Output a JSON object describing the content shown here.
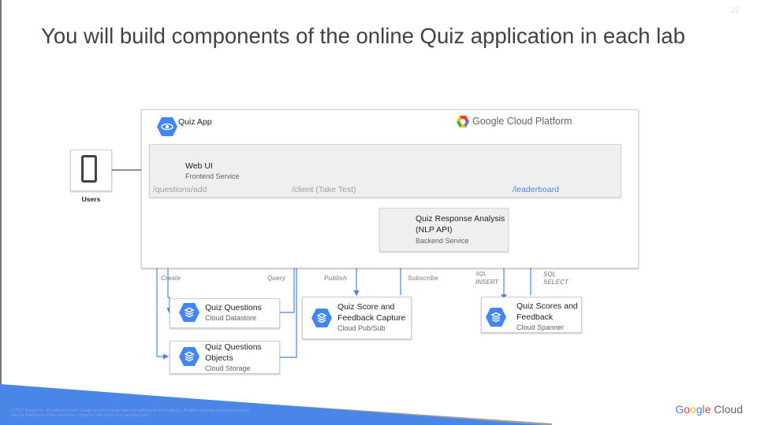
{
  "page_number": "22",
  "title": "You will build components of the online Quiz application in each lab",
  "diagram": {
    "app_label": "Quiz App",
    "platform_label": "Google Cloud Platform",
    "users_label": "Users",
    "web_ui": {
      "title": "Web UI",
      "subtitle": "Frontend Service"
    },
    "routes": {
      "questions_add": "/questions/add",
      "client": "/client (Take Test)",
      "leaderboard": "/leaderboard"
    },
    "backend": {
      "line1": "Quiz Response Analysis",
      "line2": "(NLP API)",
      "subtitle": "Backend  Service"
    },
    "edges": {
      "create": "Create",
      "query": "Query",
      "publish": "Publish",
      "subscribe": "Subscribe",
      "sql_insert_1": "SQL",
      "sql_insert_2": "INSERT",
      "sql_select_1": "SQL",
      "sql_select_2": "SELECT"
    },
    "datastore": {
      "line1": "Quiz Questions",
      "subtitle": "Cloud Datastore"
    },
    "storage": {
      "line1": "Quiz Questions",
      "line2": "Objects",
      "subtitle": "Cloud Storage"
    },
    "pubsub": {
      "line1": "Quiz Score and",
      "line2": "Feedback Capture",
      "subtitle": "Cloud Pub/Sub"
    },
    "spanner": {
      "line1": "Quiz Scores and",
      "line2": "Feedback",
      "subtitle": "Cloud Spanner"
    }
  },
  "footer": {
    "legal": "© 2017 Google Inc. All rights reserved. Google and the Google logo are trademarks of Google Inc. All other company and product names may be trademarks of the respective companies with which they are associated.",
    "brand": "Google Cloud"
  },
  "colors": {
    "accent_blue": "#4a86e8",
    "icon_blue": "#4285f4",
    "title_gray": "#424242"
  }
}
